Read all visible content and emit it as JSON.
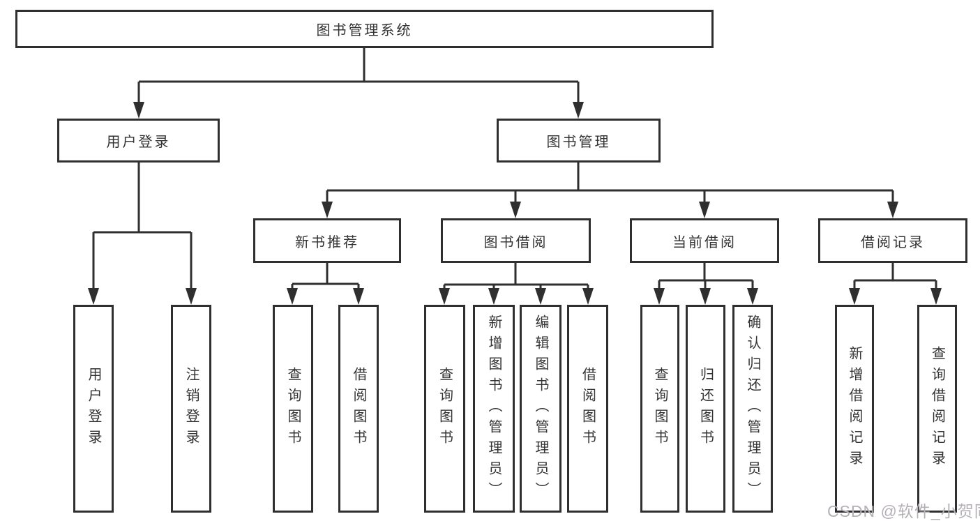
{
  "colors": {
    "line": "#2f2f2f",
    "text": "#333333",
    "background": "#ffffff",
    "watermark_text": "#b4b0b6"
  },
  "watermark": "CSDN @软件_小贺同学",
  "tree": {
    "root": {
      "label": "图书管理系统",
      "children": [
        {
          "label": "用户登录",
          "children": [
            {
              "label": "用户登录"
            },
            {
              "label": "注销登录"
            }
          ]
        },
        {
          "label": "图书管理",
          "children": [
            {
              "label": "新书推荐",
              "children": [
                {
                  "label": "查询图书"
                },
                {
                  "label": "借阅图书"
                }
              ]
            },
            {
              "label": "图书借阅",
              "children": [
                {
                  "label": "查询图书"
                },
                {
                  "label": "新增图书（管理员）"
                },
                {
                  "label": "编辑图书（管理员）"
                },
                {
                  "label": "借阅图书"
                }
              ]
            },
            {
              "label": "当前借阅",
              "children": [
                {
                  "label": "查询图书"
                },
                {
                  "label": "归还图书"
                },
                {
                  "label": "确认归还（管理员）"
                }
              ]
            },
            {
              "label": "借阅记录",
              "children": [
                {
                  "label": "新增借阅记录"
                },
                {
                  "label": "查询借阅记录"
                }
              ]
            }
          ]
        }
      ]
    }
  }
}
